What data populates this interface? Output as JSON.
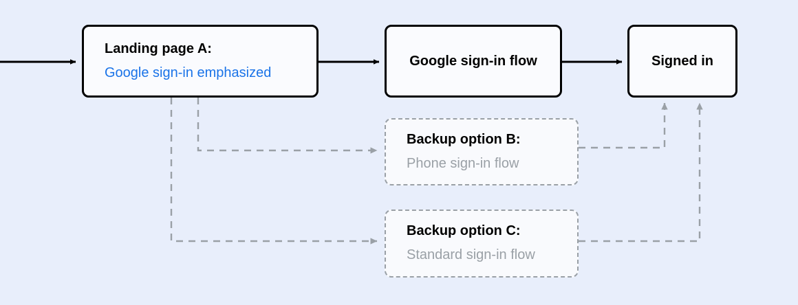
{
  "diagram": {
    "background_color": "#e8eefb",
    "accent_color": "#1a73e8",
    "muted_color": "#9aa0a6",
    "primary_stroke": "#000000",
    "nodes": {
      "landing": {
        "title": "Landing page A:",
        "subtitle": "Google sign-in emphasized",
        "style": "primary"
      },
      "google": {
        "title": "Google sign-in flow",
        "style": "primary"
      },
      "signed_in": {
        "title": "Signed in",
        "style": "primary"
      },
      "backup_b": {
        "title": "Backup option B:",
        "subtitle": "Phone sign-in flow",
        "style": "backup"
      },
      "backup_c": {
        "title": "Backup option C:",
        "subtitle": "Standard sign-in flow",
        "style": "backup"
      }
    },
    "edges": [
      {
        "name": "entry-to-landing",
        "from": "entry",
        "to": "landing",
        "style": "solid"
      },
      {
        "name": "landing-to-google",
        "from": "landing",
        "to": "google",
        "style": "solid"
      },
      {
        "name": "google-to-signed-in",
        "from": "google",
        "to": "signed_in",
        "style": "solid"
      },
      {
        "name": "landing-to-backup-b",
        "from": "landing",
        "to": "backup_b",
        "style": "dashed"
      },
      {
        "name": "landing-to-backup-c",
        "from": "landing",
        "to": "backup_c",
        "style": "dashed"
      },
      {
        "name": "backup-b-to-signed-in",
        "from": "backup_b",
        "to": "signed_in",
        "style": "dashed"
      },
      {
        "name": "backup-c-to-signed-in",
        "from": "backup_c",
        "to": "signed_in",
        "style": "dashed"
      }
    ]
  }
}
